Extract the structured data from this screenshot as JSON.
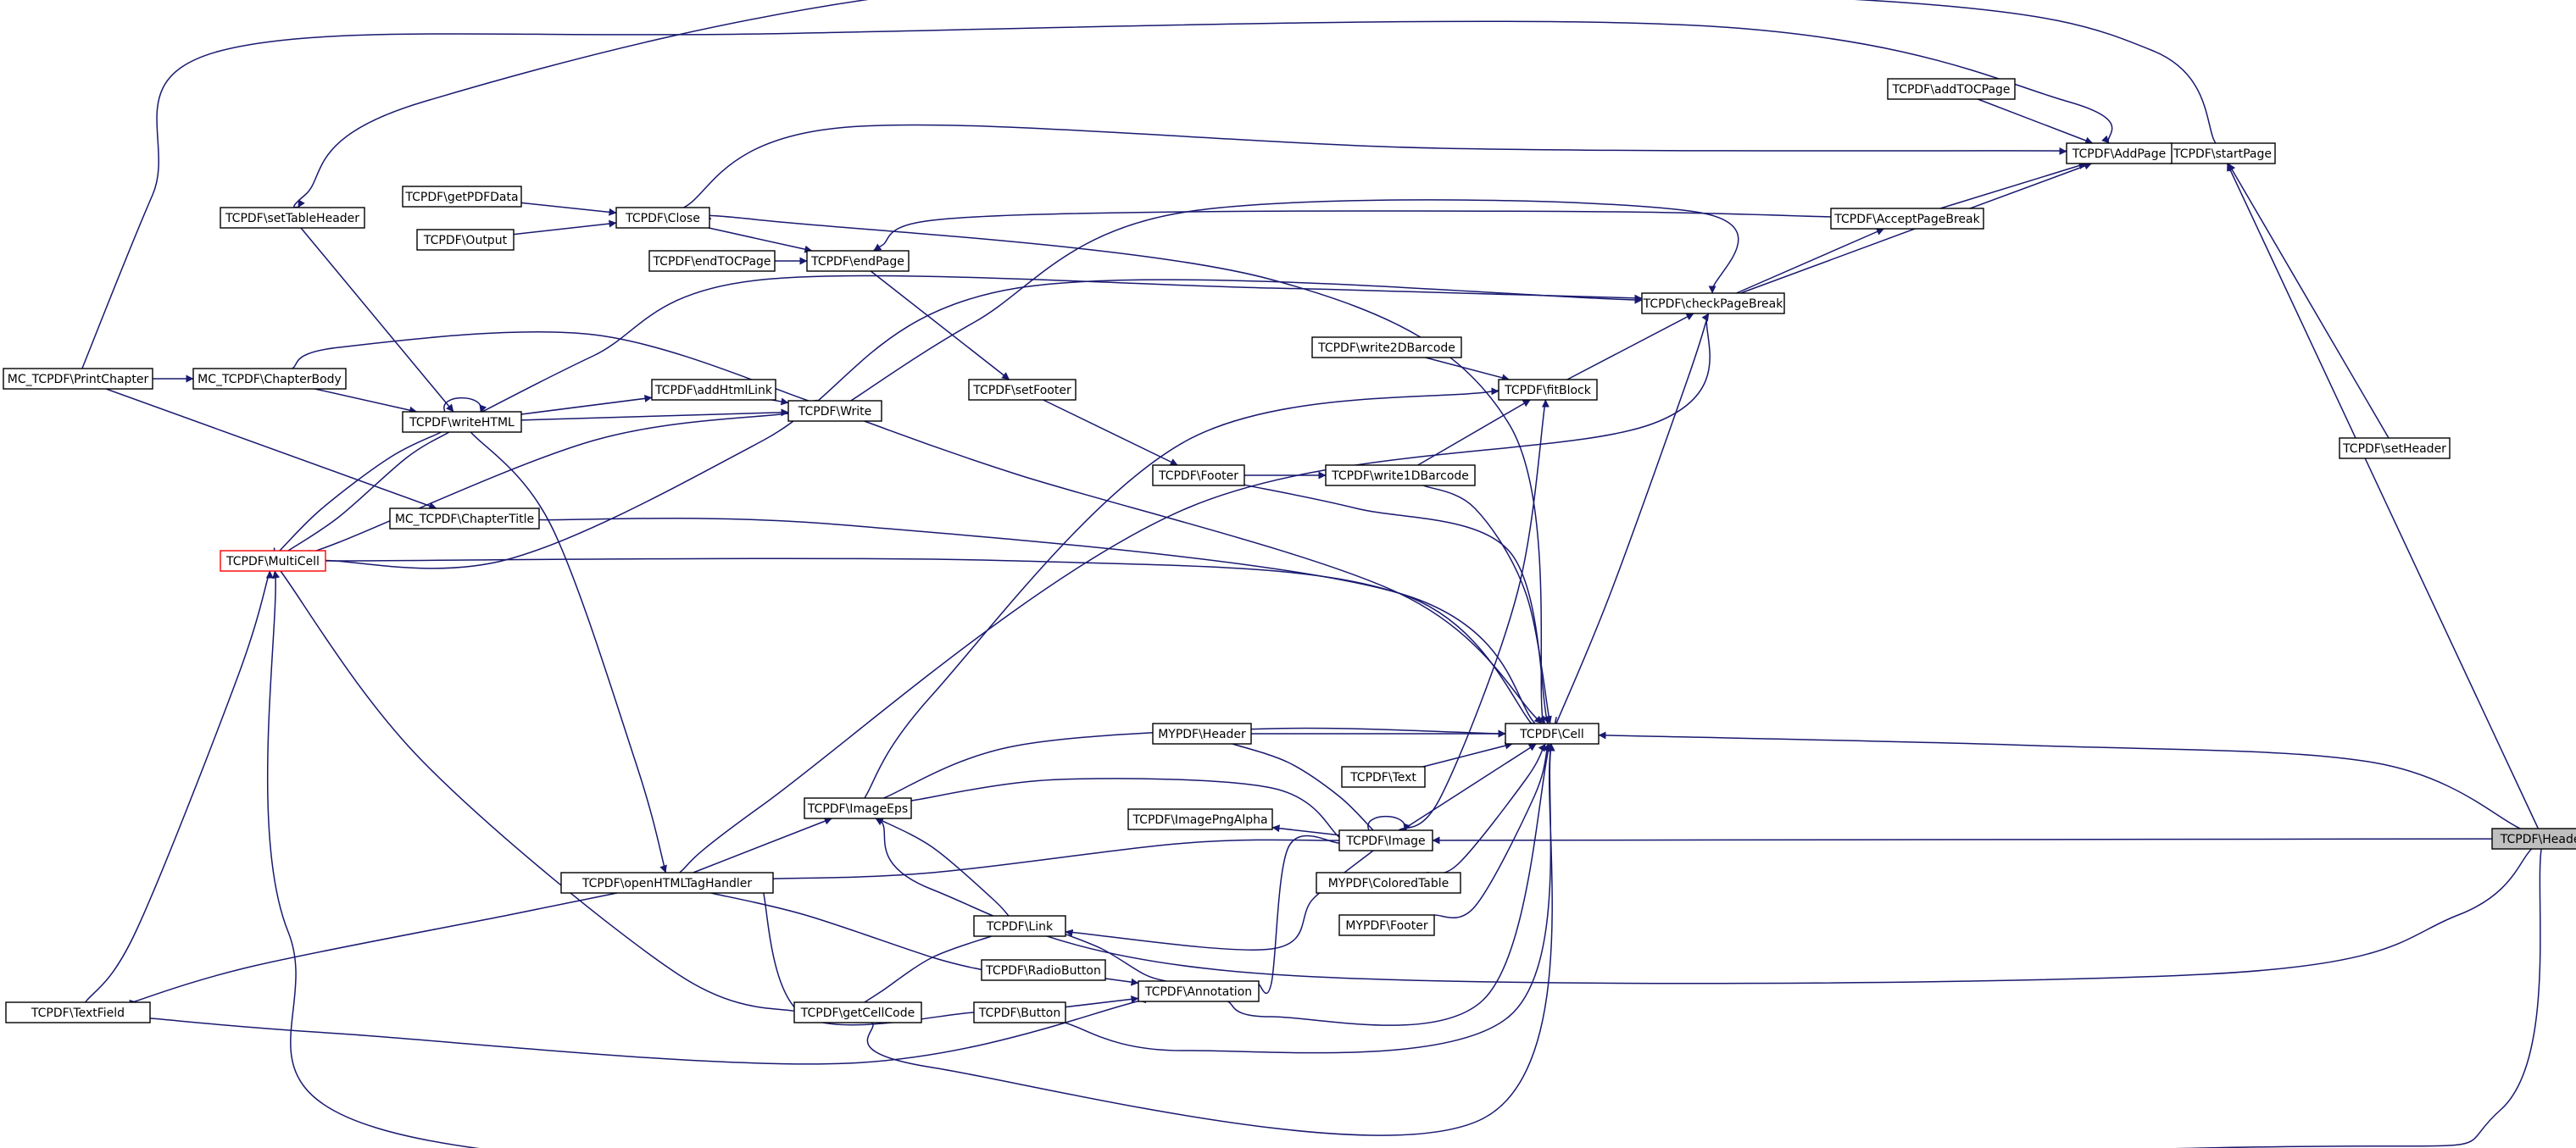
{
  "diagram": {
    "edge_color": "#191970",
    "highlight_fill": "#bfbfbf",
    "red_border": "#ff0000",
    "nodes": [
      {
        "id": "header",
        "label": "TCPDF\\Header",
        "style": "highlight"
      },
      {
        "id": "startPage",
        "label": "TCPDF\\startPage"
      },
      {
        "id": "AddPage",
        "label": "TCPDF\\AddPage"
      },
      {
        "id": "addTOCPage",
        "label": "TCPDF\\addTOCPage"
      },
      {
        "id": "setHeader",
        "label": "TCPDF\\setHeader"
      },
      {
        "id": "AcceptPageBreak",
        "label": "TCPDF\\AcceptPageBreak"
      },
      {
        "id": "checkPageBreak",
        "label": "TCPDF\\checkPageBreak"
      },
      {
        "id": "write2DBarcode",
        "label": "TCPDF\\write2DBarcode"
      },
      {
        "id": "fitBlock",
        "label": "TCPDF\\fitBlock"
      },
      {
        "id": "write1DBarcode",
        "label": "TCPDF\\write1DBarcode"
      },
      {
        "id": "Footer",
        "label": "TCPDF\\Footer"
      },
      {
        "id": "setFooter",
        "label": "TCPDF\\setFooter"
      },
      {
        "id": "endPage",
        "label": "TCPDF\\endPage"
      },
      {
        "id": "Close",
        "label": "TCPDF\\Close"
      },
      {
        "id": "getPDFData",
        "label": "TCPDF\\getPDFData"
      },
      {
        "id": "Output",
        "label": "TCPDF\\Output"
      },
      {
        "id": "endTOCPage",
        "label": "TCPDF\\endTOCPage"
      },
      {
        "id": "setTableHeader",
        "label": "TCPDF\\setTableHeader"
      },
      {
        "id": "PrintChapter",
        "label": "MC_TCPDF\\PrintChapter"
      },
      {
        "id": "ChapterBody",
        "label": "MC_TCPDF\\ChapterBody"
      },
      {
        "id": "writeHTML",
        "label": "TCPDF\\writeHTML"
      },
      {
        "id": "addHtmlLink",
        "label": "TCPDF\\addHtmlLink"
      },
      {
        "id": "Write",
        "label": "TCPDF\\Write"
      },
      {
        "id": "ChapterTitle",
        "label": "MC_TCPDF\\ChapterTitle"
      },
      {
        "id": "MultiCell",
        "label": "TCPDF\\MultiCell",
        "style": "red"
      },
      {
        "id": "Cell",
        "label": "TCPDF\\Cell"
      },
      {
        "id": "MYPDFHeader",
        "label": "MYPDF\\Header"
      },
      {
        "id": "Text",
        "label": "TCPDF\\Text"
      },
      {
        "id": "ImageEps",
        "label": "TCPDF\\ImageEps"
      },
      {
        "id": "ImagePngAlpha",
        "label": "TCPDF\\ImagePngAlpha"
      },
      {
        "id": "Image",
        "label": "TCPDF\\Image"
      },
      {
        "id": "openHTMLTagHandler",
        "label": "TCPDF\\openHTMLTagHandler"
      },
      {
        "id": "ColoredTable",
        "label": "MYPDF\\ColoredTable"
      },
      {
        "id": "MYPDFFooter",
        "label": "MYPDF\\Footer"
      },
      {
        "id": "Link",
        "label": "TCPDF\\Link"
      },
      {
        "id": "RadioButton",
        "label": "TCPDF\\RadioButton"
      },
      {
        "id": "Annotation",
        "label": "TCPDF\\Annotation"
      },
      {
        "id": "Button",
        "label": "TCPDF\\Button"
      },
      {
        "id": "getCellCode",
        "label": "TCPDF\\getCellCode"
      },
      {
        "id": "TextField",
        "label": "TCPDF\\TextField"
      }
    ],
    "edges": [
      {
        "from": "header",
        "to": "startPage"
      },
      {
        "from": "header",
        "to": "Cell"
      },
      {
        "from": "header",
        "to": "Image"
      },
      {
        "from": "header",
        "to": "ImageEps"
      },
      {
        "from": "header",
        "to": "MultiCell"
      },
      {
        "from": "setHeader",
        "to": "startPage"
      },
      {
        "from": "startPage",
        "to": "AddPage"
      },
      {
        "from": "startPage",
        "to": "setTableHeader"
      },
      {
        "from": "addTOCPage",
        "to": "AddPage"
      },
      {
        "from": "AcceptPageBreak",
        "to": "AddPage"
      },
      {
        "from": "checkPageBreak",
        "to": "AddPage"
      },
      {
        "from": "checkPageBreak",
        "to": "AcceptPageBreak"
      },
      {
        "from": "PrintChapter",
        "to": "AddPage"
      },
      {
        "from": "Close",
        "to": "AddPage"
      },
      {
        "from": "AcceptPageBreak",
        "to": "endPage"
      },
      {
        "from": "getPDFData",
        "to": "Close"
      },
      {
        "from": "Output",
        "to": "Close"
      },
      {
        "from": "Close",
        "to": "endPage"
      },
      {
        "from": "endTOCPage",
        "to": "endPage"
      },
      {
        "from": "endPage",
        "to": "setFooter"
      },
      {
        "from": "setFooter",
        "to": "Footer"
      },
      {
        "from": "Footer",
        "to": "write1DBarcode"
      },
      {
        "from": "write2DBarcode",
        "to": "fitBlock"
      },
      {
        "from": "write1DBarcode",
        "to": "fitBlock"
      },
      {
        "from": "fitBlock",
        "to": "checkPageBreak"
      },
      {
        "from": "Cell",
        "to": "checkPageBreak"
      },
      {
        "from": "Image",
        "to": "fitBlock"
      },
      {
        "from": "ImageEps",
        "to": "fitBlock"
      },
      {
        "from": "Write",
        "to": "checkPageBreak"
      },
      {
        "from": "writeHTML",
        "to": "checkPageBreak"
      },
      {
        "from": "MultiCell",
        "to": "checkPageBreak"
      },
      {
        "from": "openHTMLTagHandler",
        "to": "checkPageBreak"
      },
      {
        "from": "PrintChapter",
        "to": "ChapterBody"
      },
      {
        "from": "ChapterBody",
        "to": "writeHTML"
      },
      {
        "from": "ChapterBody",
        "to": "Write"
      },
      {
        "from": "setTableHeader",
        "to": "writeHTML"
      },
      {
        "from": "writeHTML",
        "to": "writeHTML"
      },
      {
        "from": "writeHTML",
        "to": "addHtmlLink"
      },
      {
        "from": "addHtmlLink",
        "to": "Write"
      },
      {
        "from": "writeHTML",
        "to": "Write"
      },
      {
        "from": "MultiCell",
        "to": "writeHTML"
      },
      {
        "from": "MultiCell",
        "to": "Write"
      },
      {
        "from": "PrintChapter",
        "to": "ChapterTitle"
      },
      {
        "from": "writeHTML",
        "to": "MultiCell"
      },
      {
        "from": "writeHTML",
        "to": "openHTMLTagHandler"
      },
      {
        "from": "Write",
        "to": "Cell"
      },
      {
        "from": "Close",
        "to": "Cell"
      },
      {
        "from": "Footer",
        "to": "Cell"
      },
      {
        "from": "write1DBarcode",
        "to": "Cell"
      },
      {
        "from": "ChapterTitle",
        "to": "Cell"
      },
      {
        "from": "MultiCell",
        "to": "Cell"
      },
      {
        "from": "MYPDFHeader",
        "to": "Cell"
      },
      {
        "from": "MYPDFHeader",
        "to": "Image"
      },
      {
        "from": "Text",
        "to": "Cell"
      },
      {
        "from": "ImageEps",
        "to": "Cell"
      },
      {
        "from": "Image",
        "to": "Cell"
      },
      {
        "from": "ColoredTable",
        "to": "Cell"
      },
      {
        "from": "MYPDFFooter",
        "to": "Cell"
      },
      {
        "from": "Annotation",
        "to": "Cell"
      },
      {
        "from": "Button",
        "to": "Cell"
      },
      {
        "from": "getCellCode",
        "to": "Cell"
      },
      {
        "from": "MultiCell",
        "to": "getCellCode"
      },
      {
        "from": "Image",
        "to": "ImagePngAlpha"
      },
      {
        "from": "Image",
        "to": "Image"
      },
      {
        "from": "ImageEps",
        "to": "Image"
      },
      {
        "from": "openHTMLTagHandler",
        "to": "Image"
      },
      {
        "from": "openHTMLTagHandler",
        "to": "ImageEps"
      },
      {
        "from": "openHTMLTagHandler",
        "to": "TextField"
      },
      {
        "from": "openHTMLTagHandler",
        "to": "RadioButton"
      },
      {
        "from": "openHTMLTagHandler",
        "to": "Button"
      },
      {
        "from": "ImageEps",
        "to": "Link"
      },
      {
        "from": "Image",
        "to": "Link"
      },
      {
        "from": "Annotation",
        "to": "Link"
      },
      {
        "from": "Annotation",
        "to": "Image"
      },
      {
        "from": "RadioButton",
        "to": "Annotation"
      },
      {
        "from": "Button",
        "to": "Annotation"
      },
      {
        "from": "TextField",
        "to": "Annotation"
      },
      {
        "from": "Link",
        "to": "getCellCode"
      },
      {
        "from": "TextField",
        "to": "MultiCell"
      }
    ]
  }
}
